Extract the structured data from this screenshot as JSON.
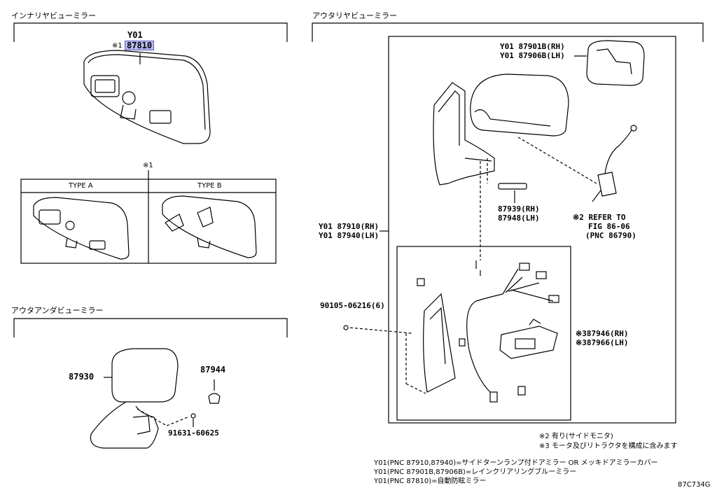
{
  "sections": {
    "inner": "インナリヤビューミラー",
    "outer": "アウタリヤビューミラー",
    "under": "アウタアンダビューミラー"
  },
  "inner": {
    "y01": "Y01",
    "mark": "※1",
    "part": "87810",
    "sub_mark": "※1",
    "type_a": "TYPE A",
    "type_b": "TYPE B"
  },
  "outer": {
    "cover_rh": "Y01 87901B(RH)",
    "cover_lh": "Y01 87906B(LH)",
    "mirror_rh": "Y01 87910(RH)",
    "mirror_lh": "Y01 87940(LH)",
    "lamp_rh": "87939(RH)",
    "lamp_lh": "87948(LH)",
    "refer_1": "※2 REFER TO",
    "refer_2": "FIG 86-06",
    "refer_3": "(PNC 86790)",
    "screw": "90105-06216(6)",
    "motor_rh": "※387946(RH)",
    "motor_lh": "※387966(LH)"
  },
  "under": {
    "mirror": "87930",
    "cover": "87944",
    "screw": "91631-60625"
  },
  "notes": {
    "n2": "※2 有り(サイドモニタ)",
    "n3": "※3 モータ及びリトラクタを構成に含みます",
    "f1": "Y01(PNC 87910,87940)=サイドターンランプ付ドアミラー OR メッキドアミラーカバー",
    "f2": "Y01(PNC 87901B,87906B)=レインクリアリングブルーミラー",
    "f3": "Y01(PNC 87810)=自動防眩ミラー",
    "code": "87C734G"
  }
}
